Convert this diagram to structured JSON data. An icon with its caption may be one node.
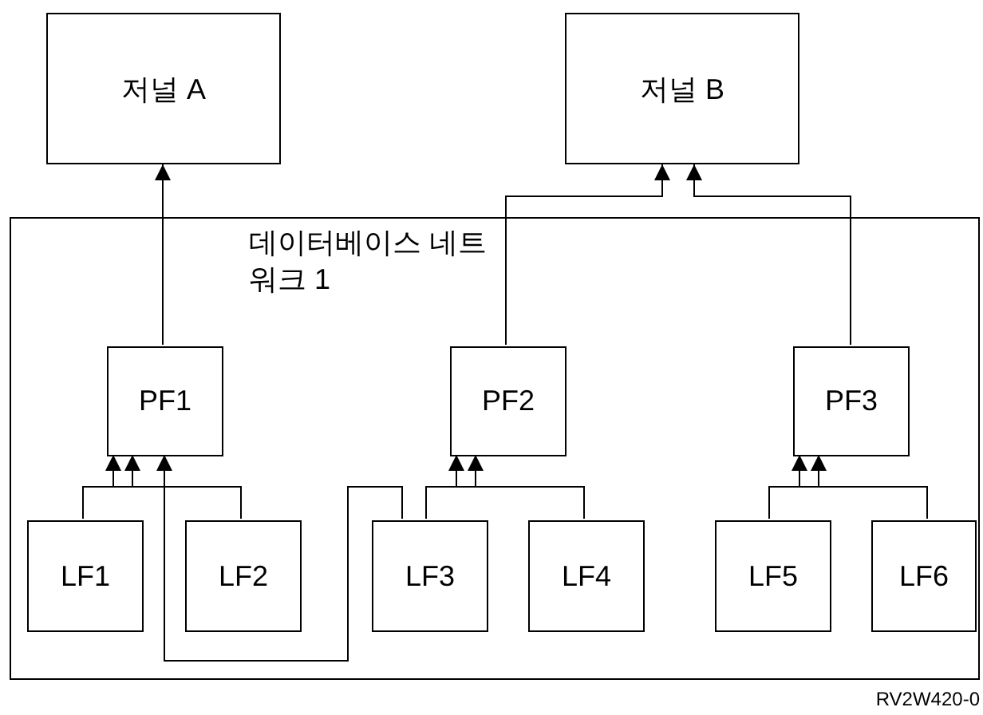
{
  "diagram": {
    "nodes": [
      {
        "text": [
          "저널 A"
        ]
      },
      {
        "text": [
          "저널 B"
        ]
      },
      {
        "text": [
          "데이터베이스 네트워크 1"
        ]
      },
      {
        "text": [
          "PF1"
        ],
        "in": 2
      },
      {
        "text": [
          "PF2"
        ],
        "in": 2
      },
      {
        "text": [
          "PF3"
        ],
        "in": 2
      },
      {
        "text": [
          "LF1"
        ],
        "in": 2
      },
      {
        "text": [
          "LF2"
        ],
        "in": 2
      },
      {
        "text": [
          "LF3"
        ],
        "in": 2
      },
      {
        "text": [
          "LF4"
        ],
        "in": 2
      },
      {
        "text": [
          "LF5"
        ],
        "in": 2
      },
      {
        "text": [
          "LF6"
        ],
        "in": 2
      }
    ],
    "edges": [
      {
        "from": 3,
        "to": 0,
        "arrow": "to"
      },
      {
        "from": 4,
        "to": 1,
        "arrow": "to"
      },
      {
        "from": 5,
        "to": 1,
        "arrow": "to"
      },
      {
        "from": 6,
        "to": 3,
        "arrow": "to"
      },
      {
        "from": 8,
        "to": 3,
        "arrow": "to"
      },
      {
        "from": 7,
        "to": 3,
        "arrow": "to"
      },
      {
        "from": 8,
        "to": 4,
        "arrow": "to"
      },
      {
        "from": 9,
        "to": 4,
        "arrow": "to"
      },
      {
        "from": 10,
        "to": 5,
        "arrow": "to"
      },
      {
        "from": 11,
        "to": 5,
        "arrow": "to"
      }
    ],
    "labels": [
      "RV2W420-0"
    ]
  }
}
